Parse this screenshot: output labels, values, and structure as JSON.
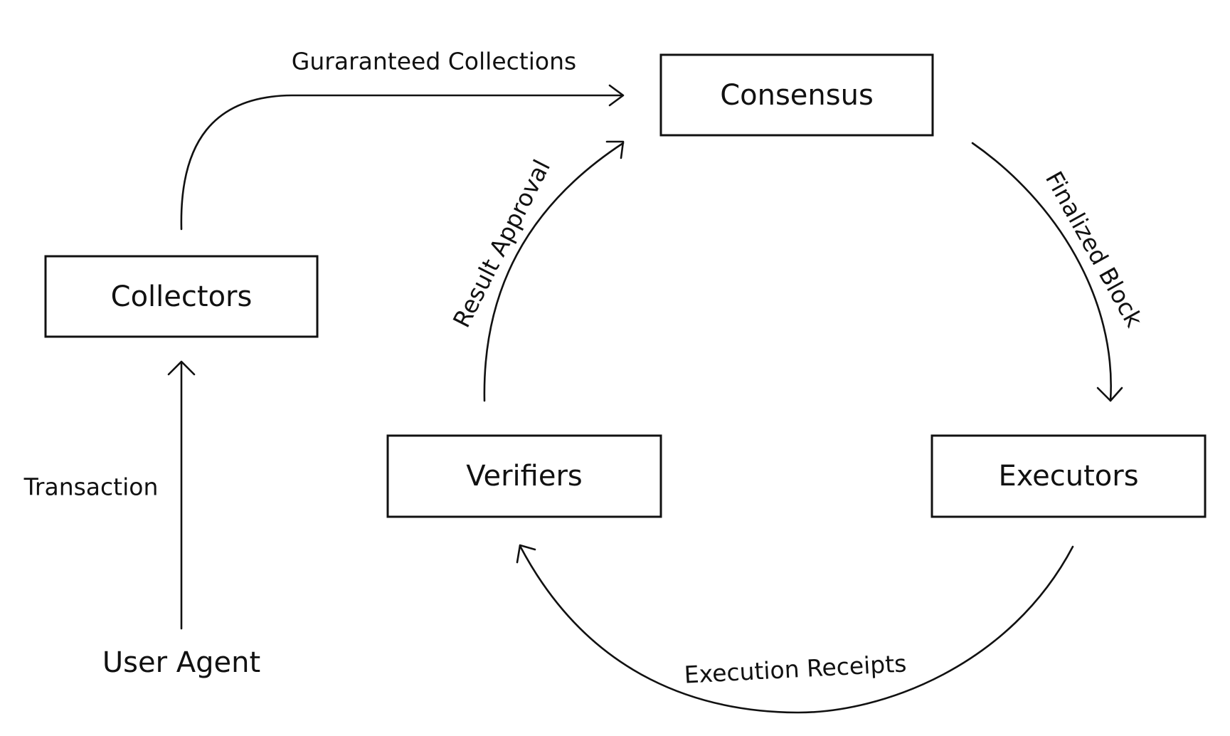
{
  "nodes": {
    "consensus": "Consensus",
    "collectors": "Collectors",
    "verifiers": "Verifiers",
    "executors": "Executors"
  },
  "actor": {
    "user_agent": "User Agent"
  },
  "edges": {
    "guaranteed_collections": "Gurarant​eed Collections",
    "result_approval": "Result Approval",
    "finalized_block": "Finalized Block",
    "execution_receipts": "Execution Receipts",
    "transaction": "Transaction"
  },
  "colors": {
    "stroke": "#111111",
    "background": "#ffffff"
  }
}
